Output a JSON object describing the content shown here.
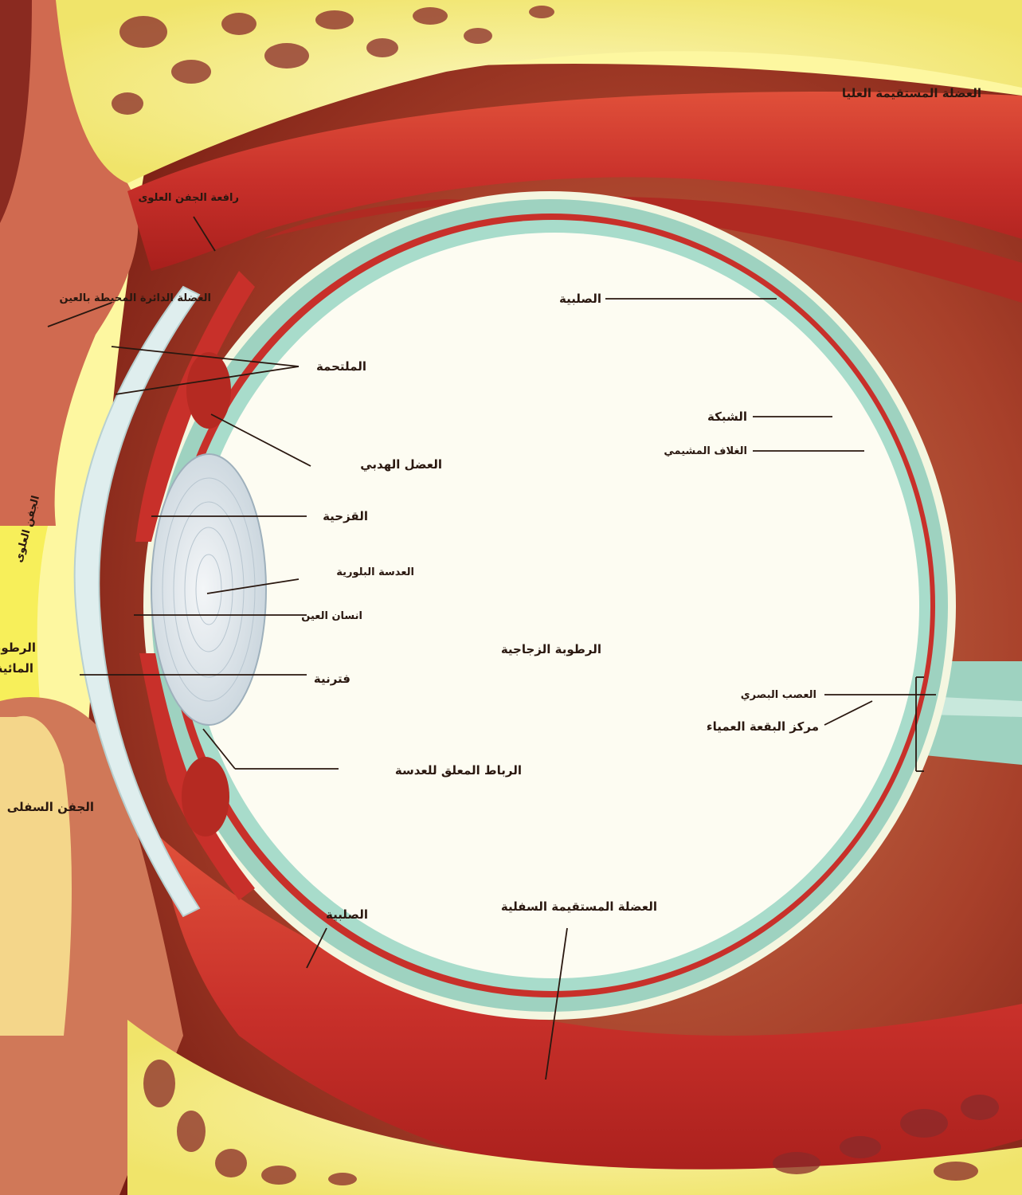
{
  "diagram": {
    "labels": {
      "superior_rectus": "العضلة المستقيمة العليا",
      "levator": "رافعة الجفن العلوى",
      "orbicularis": "العضلة الدائرة المحيطة بالعين",
      "conjunctiva": "الملتحمة",
      "ciliary_muscle": "العضل الهدبي",
      "iris": "القزحية",
      "lens": "العدسة البلورية",
      "pupil": "انسان العين",
      "pupil_opening": "فترنية",
      "suspensory_ligament": "الرباط المعلق للعدسة",
      "vitreous": "الرطوبة الزجاجية",
      "sclera_top": "الصلبية",
      "retina": "الشبكة",
      "choroid": "الغلاف المشيمي",
      "optic_nerve": "العصب البصري",
      "blind_spot": "مركز البقعة العمياء",
      "sclera_bottom": "الصلبية",
      "inferior_rectus": "العضلة المستقيمة السفلية",
      "upper_eyelid": "الجفن العلوى",
      "lower_eyelid": "الجفن السفلى",
      "aqueous_1": "الرطوبة",
      "aqueous_2": "المائية"
    }
  }
}
